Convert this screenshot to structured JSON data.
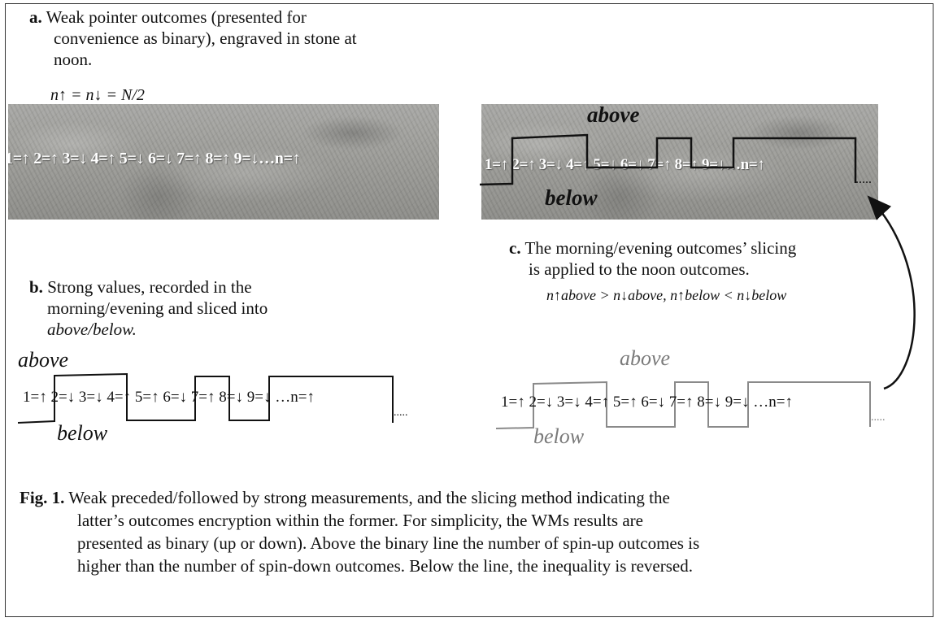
{
  "panel_a": {
    "letter": "a.",
    "caption_1": "Weak pointer outcomes (presented for",
    "caption_2": "convenience as binary), engraved in stone at",
    "caption_3": "noon.",
    "equation": "n↑ = n↓ = N/2",
    "sequence": "1=↑ 2=↑ 3=↓ 4=↑ 5=↓ 6=↓ 7=↑ 8=↑ 9=↓…n=↑"
  },
  "panel_b": {
    "letter": "b.",
    "caption_1": "Strong values, recorded in the",
    "caption_2": "morning/evening and sliced into",
    "caption_3": "above/below.",
    "label_above": "above",
    "label_below": "below",
    "sequence": "1=↑ 2=↓ 3=↓ 4=↑ 5=↑ 6=↓ 7=↑ 8=↓ 9=↓ …n=↑",
    "trail": "....."
  },
  "panel_c": {
    "letter": "c.",
    "caption_1": "The morning/evening outcomes’ slicing",
    "caption_2": "is applied to the noon outcomes.",
    "inequality": "n↑above > n↓above, n↑below < n↓below",
    "label_above": "above",
    "label_below": "below",
    "sequence": "1=↑ 2=↓ 3=↓ 4=↑ 5=↑ 6=↓ 7=↑ 8=↓ 9=↓ …n=↑",
    "trail": "....."
  },
  "panel_stone_right": {
    "label_above": "above",
    "label_below": "below",
    "sequence": "1=↑ 2=↑ 3=↓ 4=↑ 5=↓ 6=↓ 7=↑ 8=↑ 9=↓…n=↑",
    "trail": "....."
  },
  "figure_caption": {
    "label": "Fig. 1.",
    "line_1": "Weak preceded/followed by strong measurements, and the slicing method indicating the",
    "line_2": "latter’s outcomes encryption within the former. For simplicity, the WMs results are",
    "line_3": "presented as binary (up or down). Above the binary line the number of spin-up outcomes is",
    "line_4": "higher than the number of spin-down outcomes. Below the line, the inequality is reversed."
  },
  "colors": {
    "line_black": "#111111",
    "line_gray": "#8a8a8a",
    "label_gray": "#7a7a7a"
  }
}
